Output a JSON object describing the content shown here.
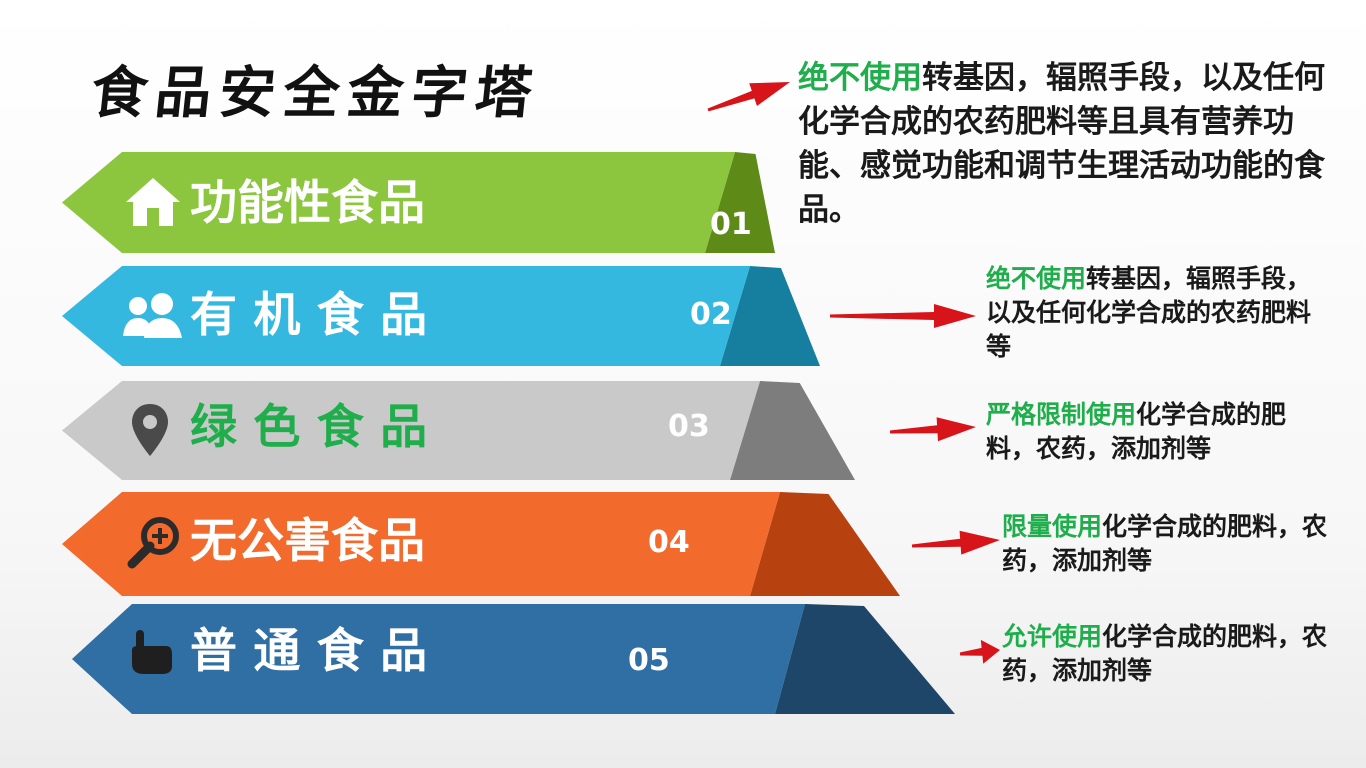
{
  "title": "食品安全金字塔",
  "tiers": [
    {
      "label": "功能性食品",
      "number": "01",
      "icon": "house-icon",
      "label_color": "#ffffff",
      "color": "#8cc63f",
      "dark": "#5e8a17",
      "desc_highlight": "绝不使用",
      "desc_rest": "转基因，辐照手段，以及任何化学合成的农药肥料等且具有营养功能、感觉功能和调节生理活动功能的食品。"
    },
    {
      "label": "有 机 食 品",
      "number": "02",
      "icon": "user-group-icon",
      "label_color": "#ffffff",
      "color": "#35b8e0",
      "dark": "#167f9f",
      "desc_highlight": "绝不使用",
      "desc_rest": "转基因，辐照手段，以及任何化学合成的农药肥料等"
    },
    {
      "label": "绿 色 食 品",
      "number": "03",
      "icon": "map-pin-icon",
      "label_color": "#1fae4b",
      "color": "#c9c9c9",
      "dark": "#7d7d7d",
      "desc_highlight": "严格限制使用",
      "desc_rest": "化学合成的肥料，农药，添加剂等"
    },
    {
      "label": "无公害食品",
      "number": "04",
      "icon": "search-plus-icon",
      "label_color": "#ffffff",
      "color": "#f26b2c",
      "dark": "#b8420f",
      "desc_highlight": "限量使用",
      "desc_rest": "化学合成的肥料，农药，添加剂等"
    },
    {
      "label": "普 通 食 品",
      "number": "05",
      "icon": "pointing-hand-icon",
      "label_color": "#ffffff",
      "color": "#2f6fa3",
      "dark": "#1d4669",
      "desc_highlight": "允许使用",
      "desc_rest": "化学合成的肥料，农药，添加剂等"
    }
  ],
  "colors": {
    "highlight_green": "#1fae4b",
    "arrow_red": "#d7141a",
    "text_dark": "#1a1a1a"
  }
}
